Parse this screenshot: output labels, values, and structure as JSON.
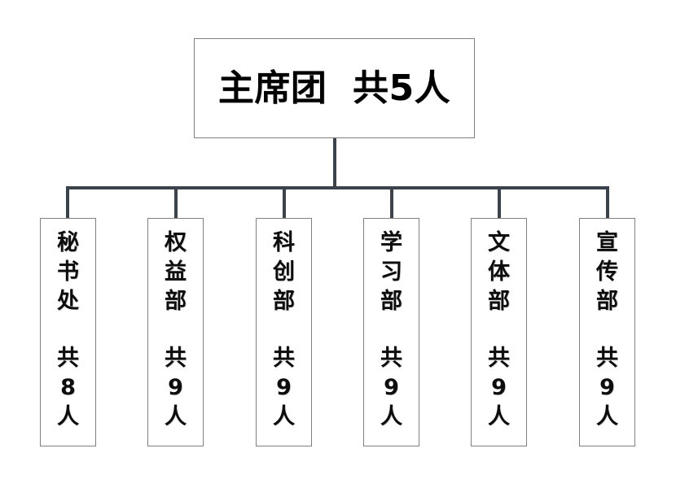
{
  "diagram": {
    "title_text": "主席团  共5人",
    "root": {
      "name": "主席团",
      "count_label": "共5人",
      "full_label": "主席团  共5人"
    },
    "children": [
      {
        "name": "秘\n书\n处",
        "count_label": "共\n8\n人",
        "plain_name": "秘书处",
        "plain_count": "共8人",
        "count": 8
      },
      {
        "name": "权\n益\n部",
        "count_label": "共\n9\n人",
        "plain_name": "权益部",
        "plain_count": "共9人",
        "count": 9
      },
      {
        "name": "科\n创\n部",
        "count_label": "共\n9\n人",
        "plain_name": "科创部",
        "plain_count": "共9人",
        "count": 9
      },
      {
        "name": "学\n习\n部",
        "count_label": "共\n9\n人",
        "plain_name": "学习部",
        "plain_count": "共9人",
        "count": 9
      },
      {
        "name": "文\n体\n部",
        "count_label": "共\n9\n人",
        "plain_name": "文体部",
        "plain_count": "共9人",
        "count": 9
      },
      {
        "name": "宣\n传\n部",
        "count_label": "共\n9\n人",
        "plain_name": "宣传部",
        "plain_count": "共9人",
        "count": 9
      }
    ],
    "colors": {
      "background": "#ffffff",
      "box_fill": "#ffffff",
      "box_border": "#808080",
      "connector": "#3b434c",
      "text": "#000000"
    }
  }
}
